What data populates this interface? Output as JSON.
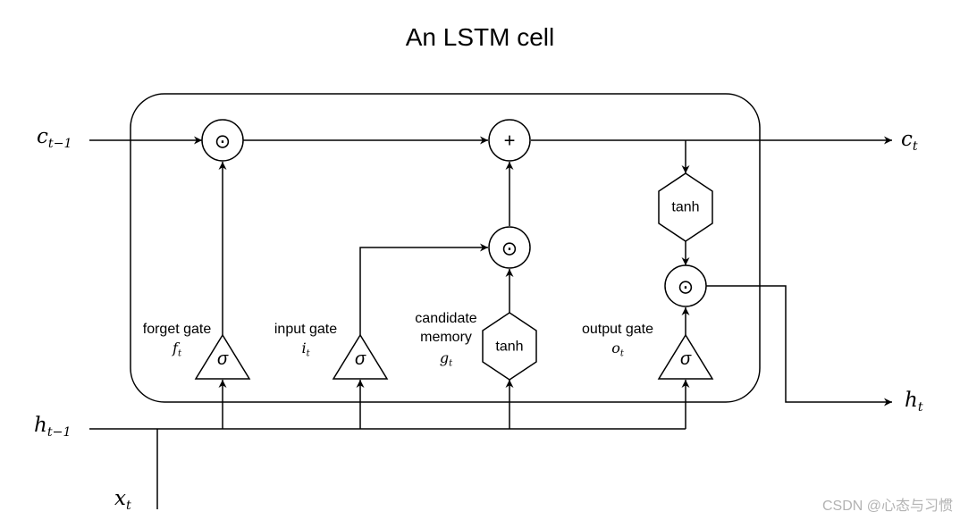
{
  "title": "An LSTM cell",
  "inputs": {
    "c_prev": {
      "base": "c",
      "sub": "t−1"
    },
    "h_prev": {
      "base": "h",
      "sub": "t−1"
    },
    "x": {
      "base": "x",
      "sub": "t"
    }
  },
  "outputs": {
    "c": {
      "base": "c",
      "sub": "t"
    },
    "h": {
      "base": "h",
      "sub": "t"
    }
  },
  "gates": {
    "forget": {
      "label": "forget gate",
      "sym": "f",
      "sub": "t",
      "op": "σ"
    },
    "input": {
      "label": "input gate",
      "sym": "i",
      "sub": "t",
      "op": "σ"
    },
    "candidate": {
      "label_line1": "candidate",
      "label_line2": "memory",
      "sym": "g",
      "sub": "t",
      "op": "tanh"
    },
    "output": {
      "label": "output gate",
      "sym": "o",
      "sub": "t",
      "op": "σ"
    }
  },
  "operators": {
    "multiply": "⊙",
    "add": "+",
    "cell_tanh": "tanh"
  },
  "watermark": "CSDN @心态与习惯"
}
